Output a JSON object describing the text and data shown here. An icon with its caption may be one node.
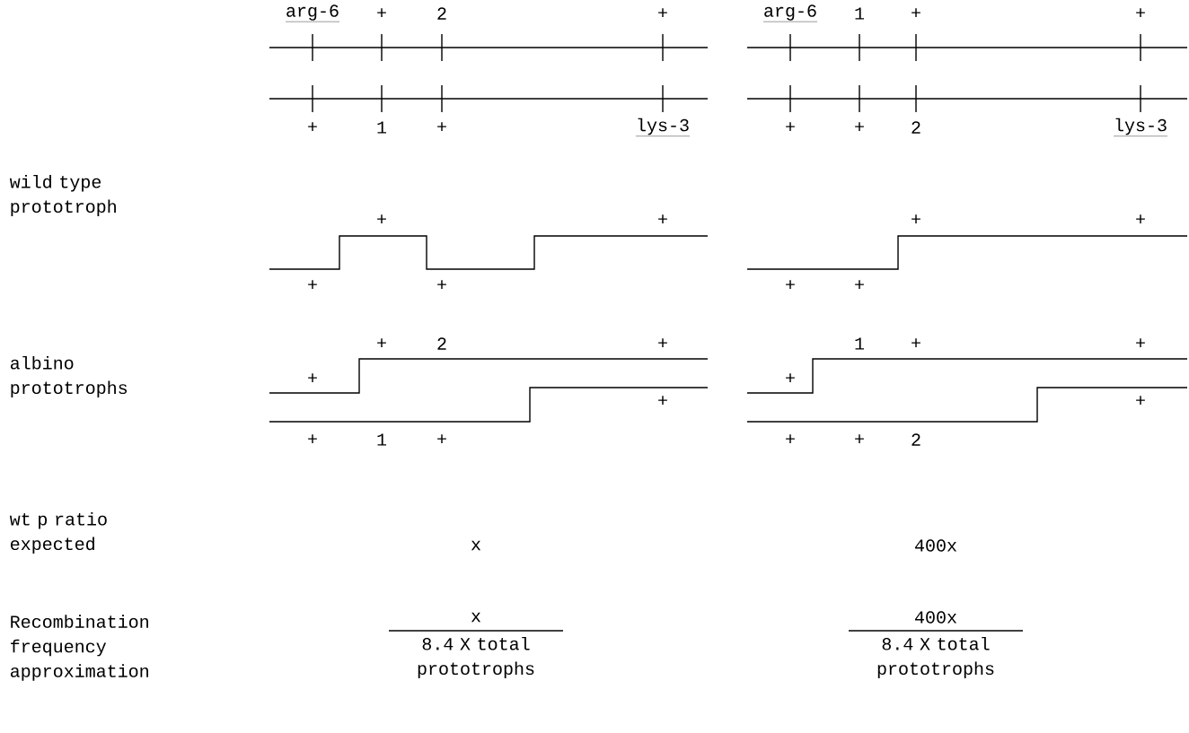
{
  "diagram": {
    "labels": [
      "arg-6",
      "+",
      "2",
      "+",
      "arg-6",
      "1",
      "+",
      "+",
      "+",
      "1",
      "+",
      "lys-3",
      "+",
      "+",
      "2",
      "lys-3",
      "wild type prototroph",
      "+",
      "+",
      "+",
      "+",
      "+",
      "+",
      "+",
      "+",
      "+",
      "2",
      "+",
      "1",
      "+",
      "+",
      "albino prototrophs",
      "+",
      "+",
      "+",
      "+",
      "+",
      "1",
      "+",
      "+",
      "+",
      "2",
      "wt p ratio expected",
      "x",
      "400x",
      "Recombination frequency approximation",
      "x",
      "8.4 X total prototrophs",
      "400x",
      "8.4 X total prototrophs"
    ]
  }
}
